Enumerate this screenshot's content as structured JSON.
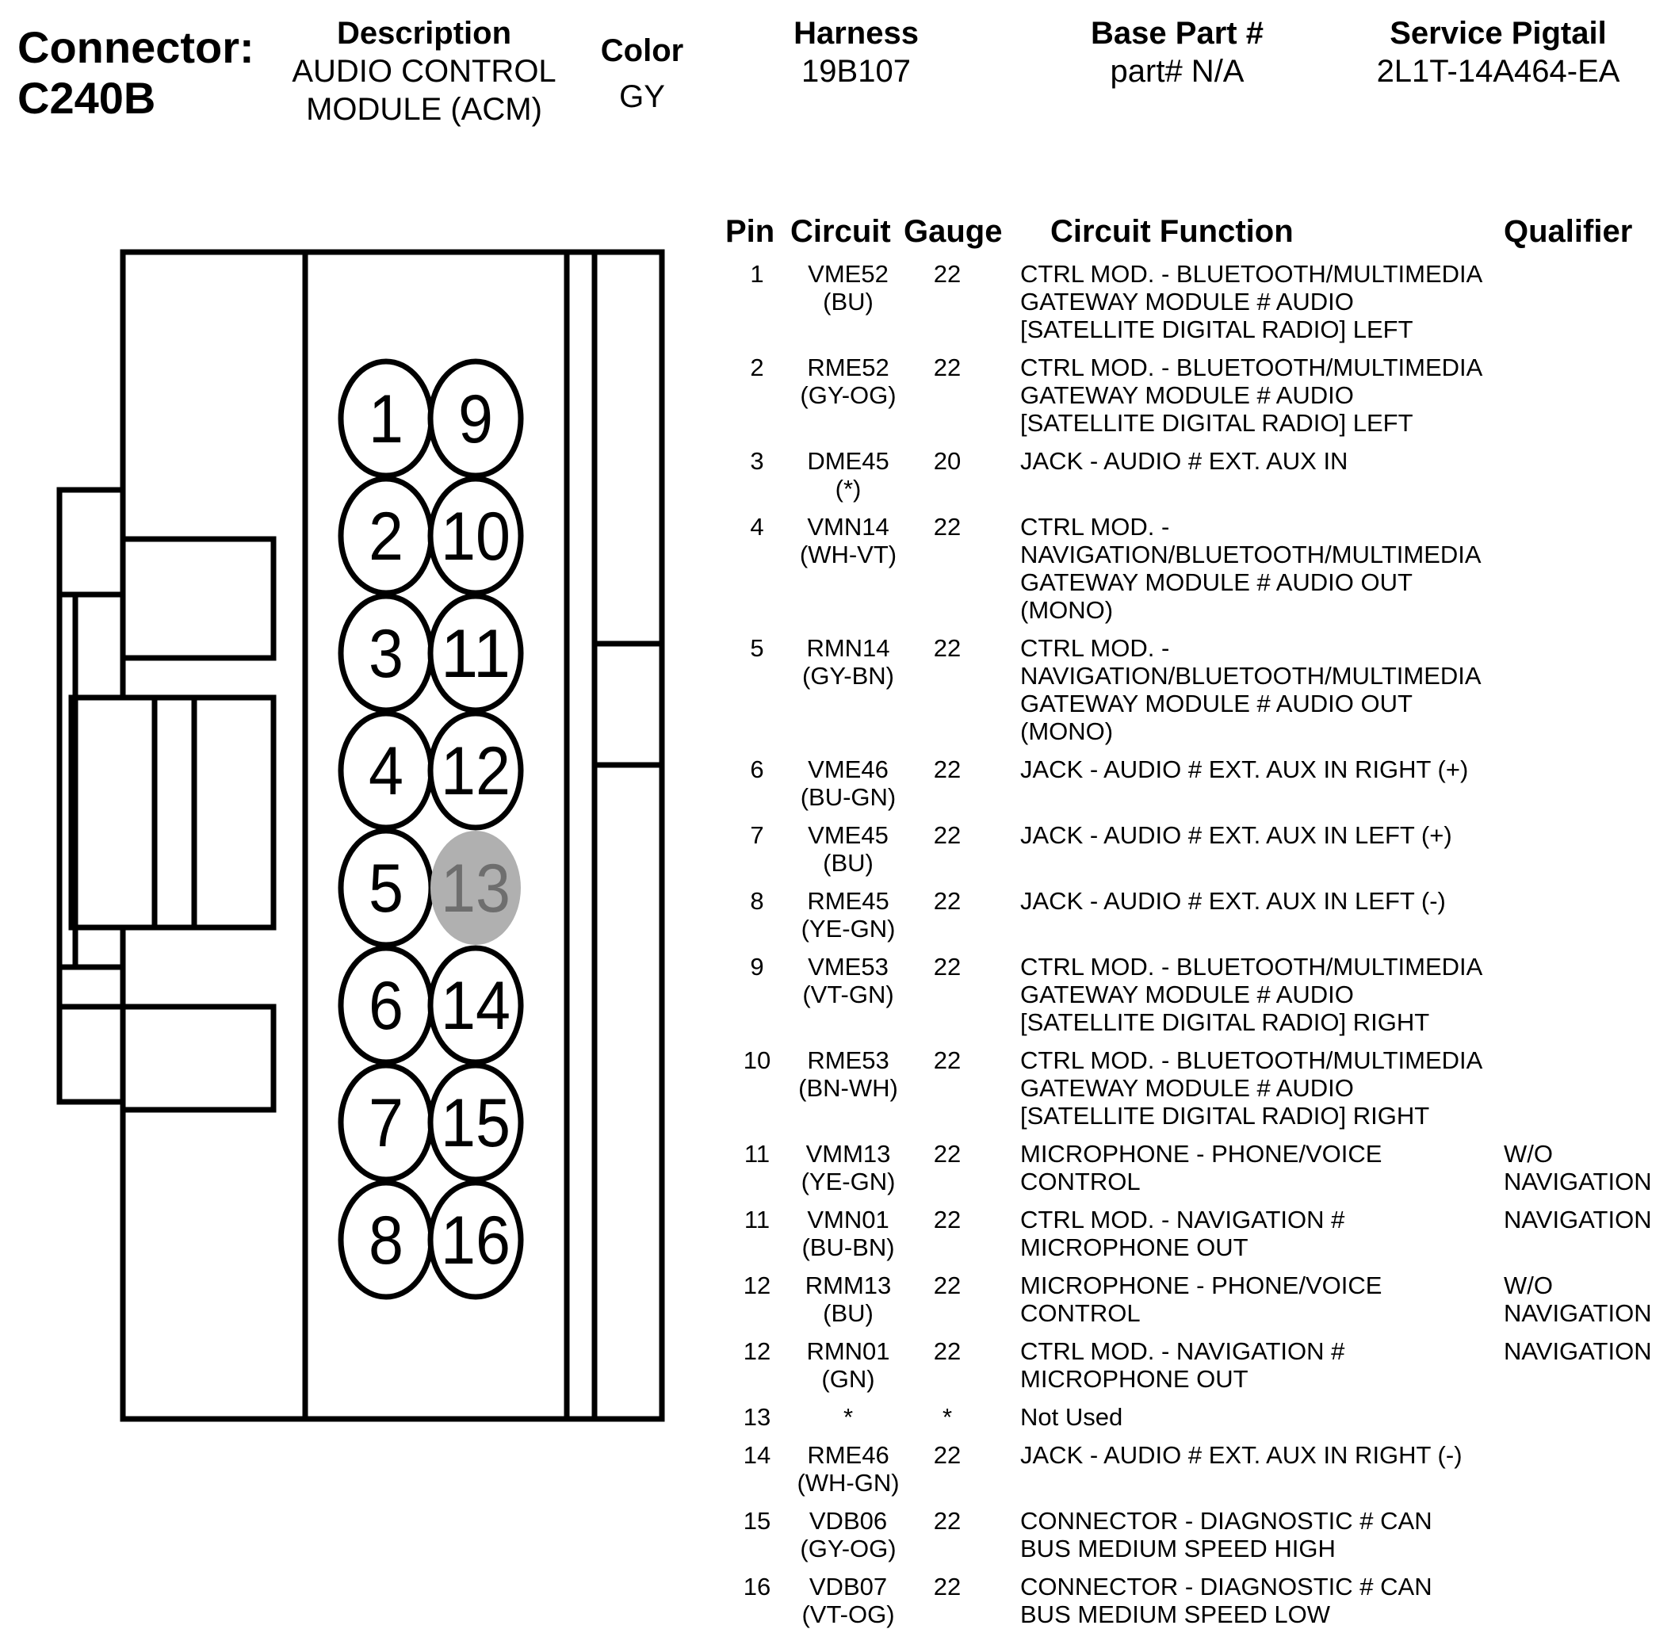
{
  "connector": {
    "label": "Connector:",
    "id": "C240B"
  },
  "header": {
    "description": {
      "label": "Description",
      "lines": [
        "AUDIO CONTROL",
        "MODULE (ACM)"
      ]
    },
    "color": {
      "label": "Color",
      "value": "GY"
    },
    "harness": {
      "label": "Harness",
      "value": "19B107"
    },
    "base_part": {
      "label": "Base Part #",
      "value": "part# N/A"
    },
    "service_pigtail": {
      "label": "Service Pigtail",
      "value": "2L1T-14A464-EA"
    }
  },
  "diagram": {
    "cavity_numbers": [
      "1",
      "2",
      "3",
      "4",
      "5",
      "6",
      "7",
      "8",
      "9",
      "10",
      "11",
      "12",
      "13",
      "14",
      "15",
      "16"
    ],
    "highlighted_cavity": "13",
    "highlight_color": "#b0b0b0"
  },
  "table": {
    "headers": {
      "pin": "Pin",
      "circuit": "Circuit",
      "gauge": "Gauge",
      "function": "Circuit Function",
      "qualifier": "Qualifier"
    },
    "rows": [
      {
        "pin": "1",
        "circuit": [
          "VME52",
          "(BU)"
        ],
        "gauge": "22",
        "function": [
          "CTRL MOD. - BLUETOOTH/MULTIMEDIA",
          "GATEWAY MODULE # AUDIO",
          "[SATELLITE DIGITAL RADIO] LEFT"
        ],
        "qualifier": []
      },
      {
        "pin": "2",
        "circuit": [
          "RME52",
          "(GY-OG)"
        ],
        "gauge": "22",
        "function": [
          "CTRL MOD. - BLUETOOTH/MULTIMEDIA",
          "GATEWAY MODULE # AUDIO",
          "[SATELLITE DIGITAL RADIO] LEFT"
        ],
        "qualifier": []
      },
      {
        "pin": "3",
        "circuit": [
          "DME45",
          "(*)"
        ],
        "gauge": "20",
        "function": [
          "JACK - AUDIO # EXT. AUX IN"
        ],
        "qualifier": []
      },
      {
        "pin": "4",
        "circuit": [
          "VMN14",
          "(WH-VT)"
        ],
        "gauge": "22",
        "function": [
          "CTRL MOD. -",
          "NAVIGATION/BLUETOOTH/MULTIMEDIA",
          "GATEWAY MODULE # AUDIO OUT",
          "(MONO)"
        ],
        "qualifier": []
      },
      {
        "pin": "5",
        "circuit": [
          "RMN14",
          "(GY-BN)"
        ],
        "gauge": "22",
        "function": [
          "CTRL MOD. -",
          "NAVIGATION/BLUETOOTH/MULTIMEDIA",
          "GATEWAY MODULE # AUDIO OUT",
          "(MONO)"
        ],
        "qualifier": []
      },
      {
        "pin": "6",
        "circuit": [
          "VME46",
          "(BU-GN)"
        ],
        "gauge": "22",
        "function": [
          "JACK - AUDIO # EXT. AUX IN RIGHT (+)"
        ],
        "qualifier": []
      },
      {
        "pin": "7",
        "circuit": [
          "VME45",
          "(BU)"
        ],
        "gauge": "22",
        "function": [
          "JACK - AUDIO # EXT. AUX IN LEFT (+)"
        ],
        "qualifier": []
      },
      {
        "pin": "8",
        "circuit": [
          "RME45",
          "(YE-GN)"
        ],
        "gauge": "22",
        "function": [
          "JACK - AUDIO # EXT. AUX IN LEFT (-)"
        ],
        "qualifier": []
      },
      {
        "pin": "9",
        "circuit": [
          "VME53",
          "(VT-GN)"
        ],
        "gauge": "22",
        "function": [
          "CTRL MOD. - BLUETOOTH/MULTIMEDIA",
          "GATEWAY MODULE # AUDIO",
          "[SATELLITE DIGITAL RADIO] RIGHT"
        ],
        "qualifier": []
      },
      {
        "pin": "10",
        "circuit": [
          "RME53",
          "(BN-WH)"
        ],
        "gauge": "22",
        "function": [
          "CTRL MOD. - BLUETOOTH/MULTIMEDIA",
          "GATEWAY MODULE # AUDIO",
          "[SATELLITE DIGITAL RADIO] RIGHT"
        ],
        "qualifier": []
      },
      {
        "pin": "11",
        "circuit": [
          "VMM13",
          "(YE-GN)"
        ],
        "gauge": "22",
        "function": [
          "MICROPHONE - PHONE/VOICE",
          "CONTROL"
        ],
        "qualifier": [
          "W/O",
          "NAVIGATION"
        ]
      },
      {
        "pin": "11",
        "circuit": [
          "VMN01",
          "(BU-BN)"
        ],
        "gauge": "22",
        "function": [
          "CTRL MOD. - NAVIGATION #",
          "MICROPHONE OUT"
        ],
        "qualifier": [
          "NAVIGATION"
        ]
      },
      {
        "pin": "12",
        "circuit": [
          "RMM13",
          "(BU)"
        ],
        "gauge": "22",
        "function": [
          "MICROPHONE - PHONE/VOICE",
          "CONTROL"
        ],
        "qualifier": [
          "W/O",
          "NAVIGATION"
        ]
      },
      {
        "pin": "12",
        "circuit": [
          "RMN01",
          "(GN)"
        ],
        "gauge": "22",
        "function": [
          "CTRL MOD. - NAVIGATION #",
          "MICROPHONE OUT"
        ],
        "qualifier": [
          "NAVIGATION"
        ]
      },
      {
        "pin": "13",
        "circuit": [
          "*"
        ],
        "gauge": "*",
        "function": [
          "Not Used"
        ],
        "qualifier": []
      },
      {
        "pin": "14",
        "circuit": [
          "RME46",
          "(WH-GN)"
        ],
        "gauge": "22",
        "function": [
          "JACK - AUDIO # EXT. AUX IN RIGHT (-)"
        ],
        "qualifier": []
      },
      {
        "pin": "15",
        "circuit": [
          "VDB06",
          "(GY-OG)"
        ],
        "gauge": "22",
        "function": [
          "CONNECTOR - DIAGNOSTIC # CAN",
          "BUS MEDIUM SPEED HIGH"
        ],
        "qualifier": []
      },
      {
        "pin": "16",
        "circuit": [
          "VDB07",
          "(VT-OG)"
        ],
        "gauge": "22",
        "function": [
          "CONNECTOR - DIAGNOSTIC # CAN",
          "BUS MEDIUM SPEED LOW"
        ],
        "qualifier": []
      }
    ]
  }
}
